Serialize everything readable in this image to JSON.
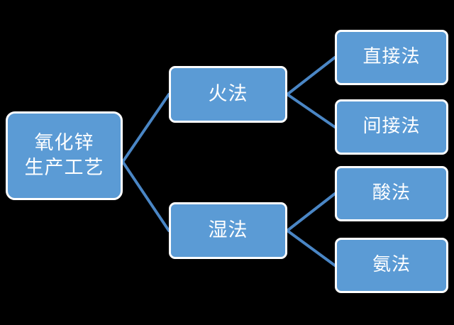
{
  "diagram": {
    "type": "tree",
    "orientation": "left-to-right",
    "background_color": "#000000",
    "node_fill_color": "#5b9bd5",
    "node_border_color": "#ffffff",
    "node_text_color": "#ffffff",
    "connector_color": "#4a86c5",
    "root": {
      "id": "root",
      "label_line1": "氧化锌",
      "label_line2": "生产工艺"
    },
    "level2": [
      {
        "id": "fire",
        "label": "火法"
      },
      {
        "id": "wet",
        "label": "湿法"
      }
    ],
    "level3": [
      {
        "id": "direct",
        "label": "直接法",
        "parent": "fire"
      },
      {
        "id": "indirect",
        "label": "间接法",
        "parent": "fire"
      },
      {
        "id": "acid",
        "label": "酸法",
        "parent": "wet"
      },
      {
        "id": "ammonia",
        "label": "氨法",
        "parent": "wet"
      }
    ]
  }
}
